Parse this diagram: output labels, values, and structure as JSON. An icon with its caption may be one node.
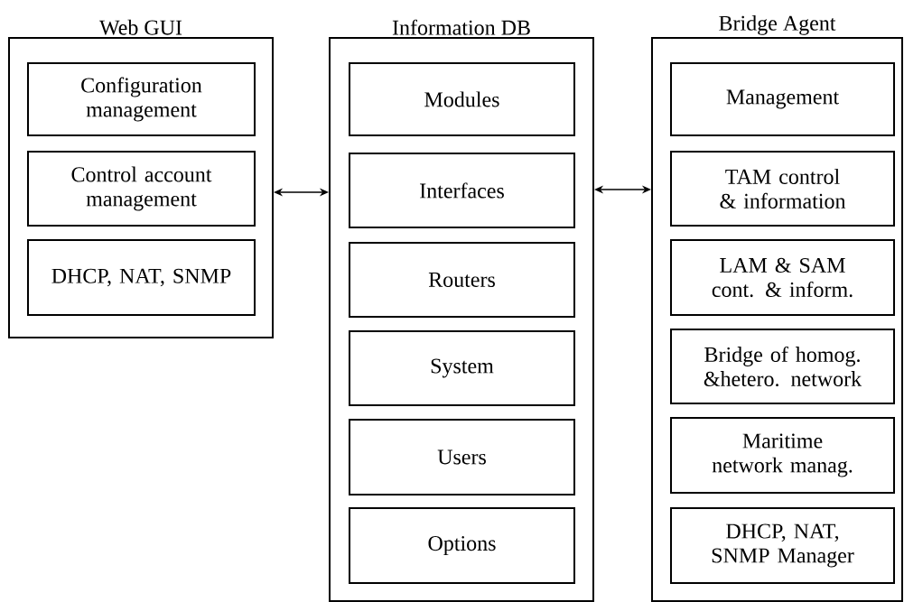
{
  "diagram": {
    "nodes": [
      {
        "text": [
          "Web GUI"
        ]
      },
      {
        "text": [
          "Configuration management"
        ],
        "in": 0
      },
      {
        "text": [
          "Control account management"
        ],
        "in": 0
      },
      {
        "text": [
          "DHCP, NAT, SNMP"
        ],
        "in": 0
      },
      {
        "text": [
          "Information DB"
        ]
      },
      {
        "text": [
          "Modules"
        ],
        "in": 4
      },
      {
        "text": [
          "Interfaces"
        ],
        "in": 4
      },
      {
        "text": [
          "Routers"
        ],
        "in": 4
      },
      {
        "text": [
          "System"
        ],
        "in": 4
      },
      {
        "text": [
          "Users"
        ],
        "in": 4
      },
      {
        "text": [
          "Options"
        ],
        "in": 4
      },
      {
        "text": [
          "Bridge Agent"
        ]
      },
      {
        "text": [
          "Management"
        ],
        "in": 11
      },
      {
        "text": [
          "TAM control & information"
        ],
        "in": 11
      },
      {
        "text": [
          "LAM & SAM cont. & inform."
        ],
        "in": 11
      },
      {
        "text": [
          "Bridge of homog. &hetero. network"
        ],
        "in": 11
      },
      {
        "text": [
          "Maritime network manag."
        ],
        "in": 11
      },
      {
        "text": [
          "DHCP, NAT, SNMP Manager"
        ],
        "in": 11
      }
    ],
    "edges": [
      {
        "from": 0,
        "to": 4,
        "arrow": "both"
      },
      {
        "from": 4,
        "to": 11,
        "arrow": "both"
      }
    ]
  }
}
